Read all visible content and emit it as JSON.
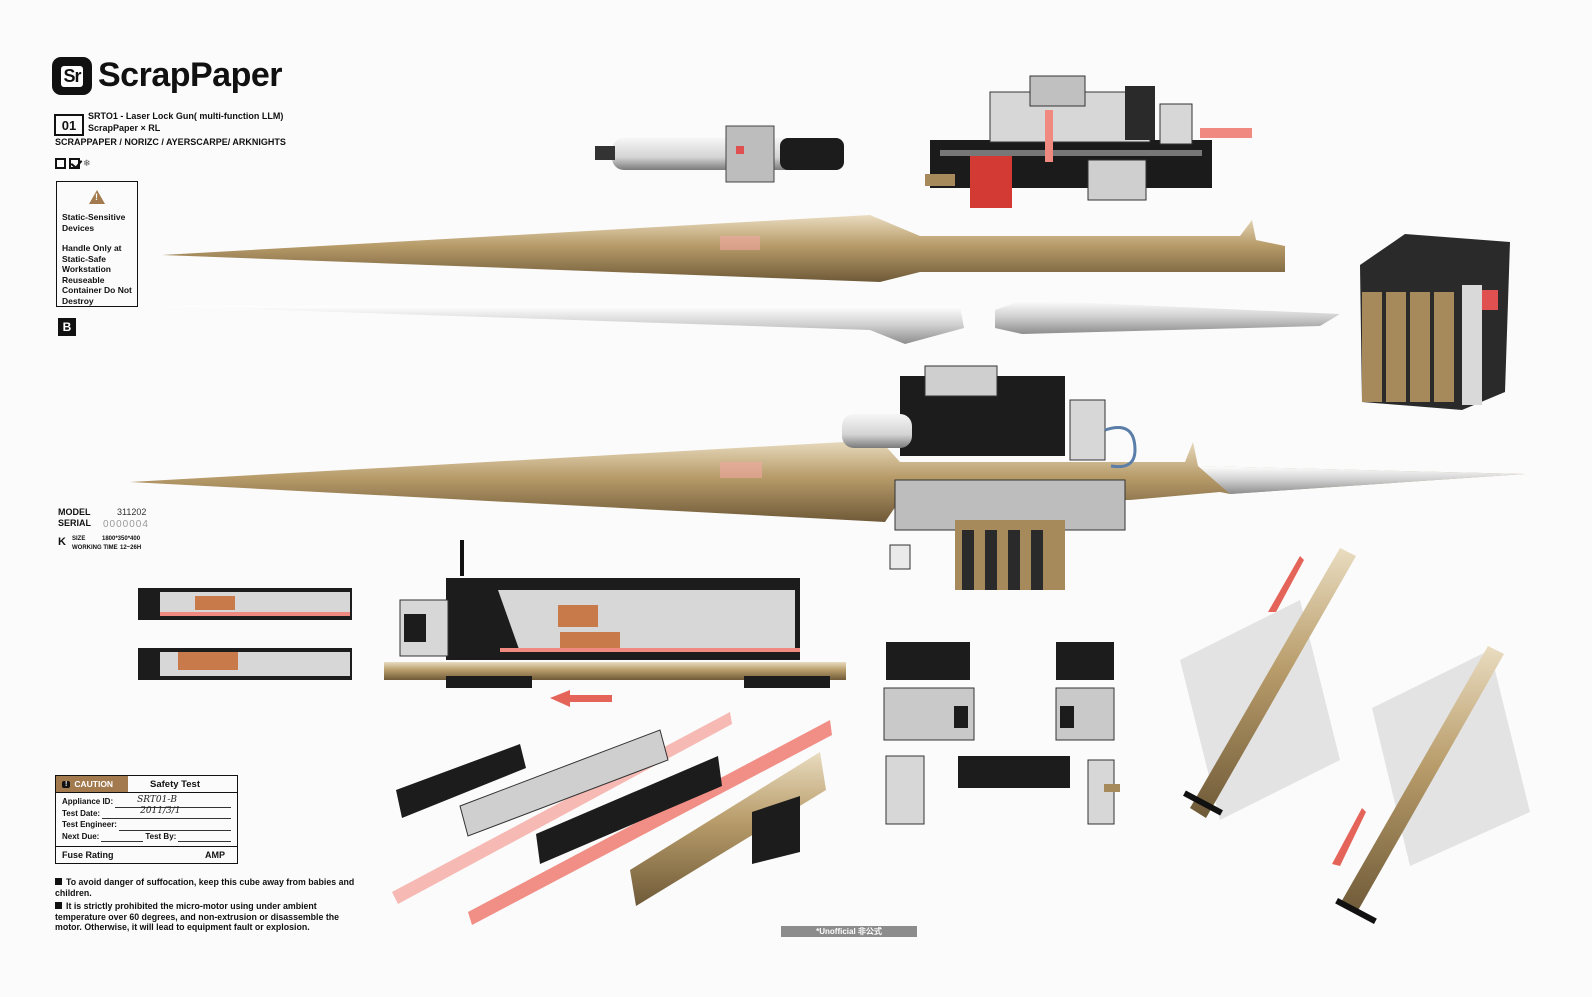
{
  "brand": {
    "logo_mark": "Sr",
    "name": "ScrapPaper"
  },
  "product": {
    "index": "01",
    "title": "SRTO1 - Laser Lock Gun( multi-function LLM)",
    "collab": "ScrapPaper × RL",
    "credits": "SCRAPPAPER / NORIZC / AYERSCARPE/ ARKNIGHTS"
  },
  "warning_panel": {
    "icon": "warning-triangle-icon",
    "line1": "Static-Sensitive Devices",
    "line2": "Handle Only at Static-Safe Workstation Reuseable Container Do Not Destroy"
  },
  "section_badge": "B",
  "spec": {
    "model_label": "MODEL",
    "model_value": "311202",
    "serial_label": "SERIAL",
    "serial_value": "0000004",
    "cert_mark": "K",
    "size_label": "SIZE",
    "size_value": "1800*350*400",
    "working_time_label": "WORKING TIME",
    "working_time_value": "12~26H"
  },
  "caution_card": {
    "tag": "CAUTION",
    "title": "Safety Test",
    "appliance_id_label": "Appliance ID:",
    "appliance_id_value": "SRT01-B",
    "test_date_label": "Test Date:",
    "test_date_value": "2011/3/1",
    "test_engineer_label": "Test Engineer:",
    "next_due_label": "Next Due:",
    "test_by_label": "Test By:",
    "fuse_label": "Fuse Rating",
    "fuse_unit": "AMP"
  },
  "notes": [
    "To avoid danger of suffocation,  keep this cube away from babies and children.",
    "It is strictly prohibited the micro-motor using under ambient temperature over 60 degrees, and non-extrusion or disassemble the motor. Otherwise, it will lead to equipment fault or explosion."
  ],
  "footer_tag": "*Unofficial   非公式",
  "colors": {
    "gold": "#a68a5c",
    "silver": "#cfcfcf",
    "black": "#161616",
    "laser": "#f08a80",
    "caution": "#a27a4e"
  }
}
